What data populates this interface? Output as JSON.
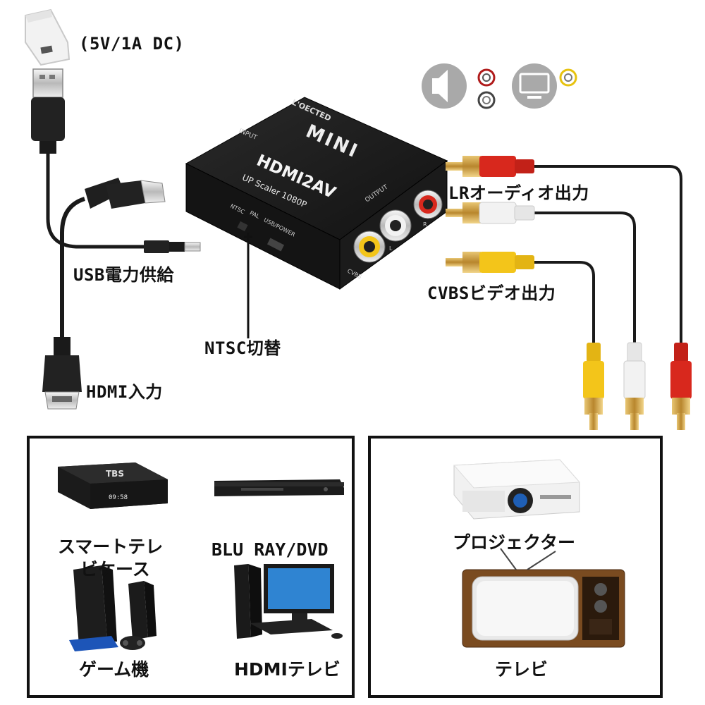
{
  "power_label": "(5V/1A DC)",
  "usb_power_label": "USB電力供給",
  "hdmi_input_label": "HDMI入力",
  "ntsc_switch_label": "NTSC切替",
  "lr_audio_label": "LRオーディオ出力",
  "cvbs_video_label": "CVBSビデオ出力",
  "device": {
    "brand": "L'OECTED",
    "model_top": "MINI",
    "model": "HDMI2AV",
    "subtitle": "UP Scaler 1080P",
    "input_port_label": "INPUT",
    "output_port_label": "OUTPUT",
    "switch_label_ntsc": "NTSC",
    "switch_label_pal": "PAL",
    "usb_port_label": "USB/POWER",
    "cvbs_port_label": "CVBS",
    "l_port_label": "L",
    "r_port_label": "R"
  },
  "sources": {
    "smart_tv_box_line1": "スマートテレ",
    "smart_tv_box_line2": "ビケース",
    "tv_box_brand": "TBS",
    "tv_box_time": "09:58",
    "bluray_dvd": "BLU RAY/DVD",
    "game_console": "ゲーム機",
    "hdmi_tv": "HDMIテレビ"
  },
  "outputs": {
    "projector": "プロジェクター",
    "tv": "テレビ"
  },
  "colors": {
    "rca_red": "#d8281d",
    "rca_white": "#f2f2f2",
    "rca_yellow": "#f3c51a",
    "cable_black": "#1a1a1a",
    "device_body": "#1c1c1c"
  }
}
